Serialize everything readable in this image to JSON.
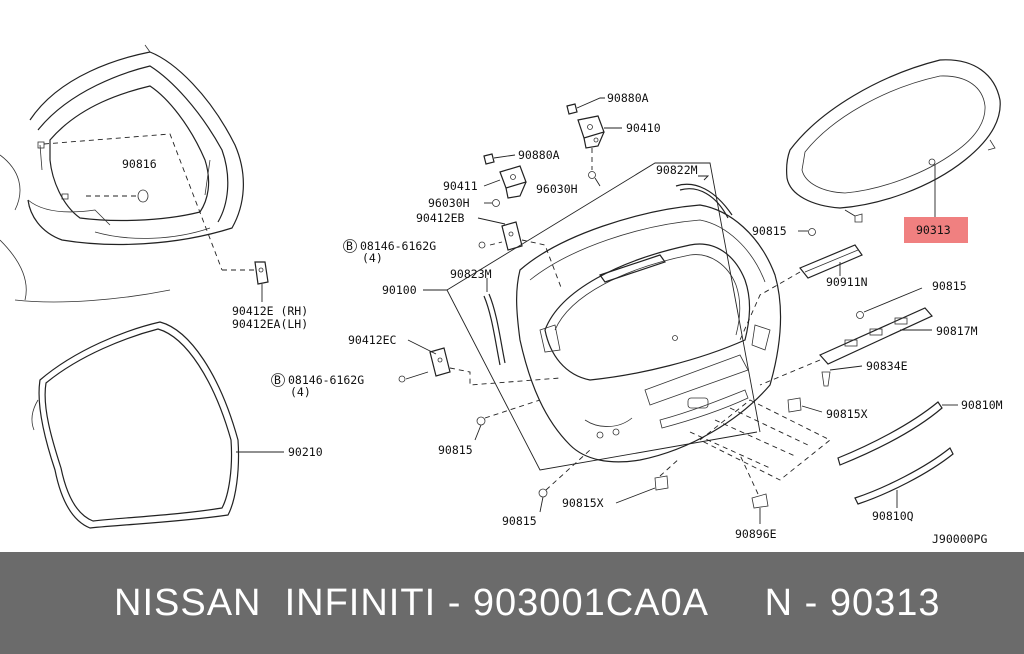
{
  "diagram": {
    "labels": {
      "p90816": "90816",
      "p90412e_rh": "90412E (RH)",
      "p90412ea_lh": "90412EA(LH)",
      "p90210": "90210",
      "p90880a_top": "90880A",
      "p90410": "90410",
      "p90880a_mid": "90880A",
      "p90411": "90411",
      "p96030h_left": "96030H",
      "p96030h_right": "96030H",
      "p90412eb": "90412EB",
      "bolt1_code": "08146-6162G",
      "bolt1_qty": "(4)",
      "p90822m": "90822M",
      "p90823m": "90823M",
      "p90100": "90100",
      "p90412ec": "90412EC",
      "bolt2_code": "08146-6162G",
      "bolt2_qty": "(4)",
      "p90815_left": "90815",
      "p90815_bottom": "90815",
      "p90815x_bottom": "90815X",
      "p90815_upper": "90815",
      "p90911n": "90911N",
      "p90815_right": "90815",
      "p90817m": "90817M",
      "p90834e": "90834E",
      "p90815x_right": "90815X",
      "p90810m": "90810M",
      "p90810q": "90810Q",
      "p90896e": "90896E",
      "p90313": "90313",
      "diagram_code": "J90000PG",
      "bolt_symbol": "B"
    },
    "highlight_color": "#f08080"
  },
  "caption": {
    "text": "NISSAN  INFINITI - 903001CA0A     N - 90313"
  }
}
